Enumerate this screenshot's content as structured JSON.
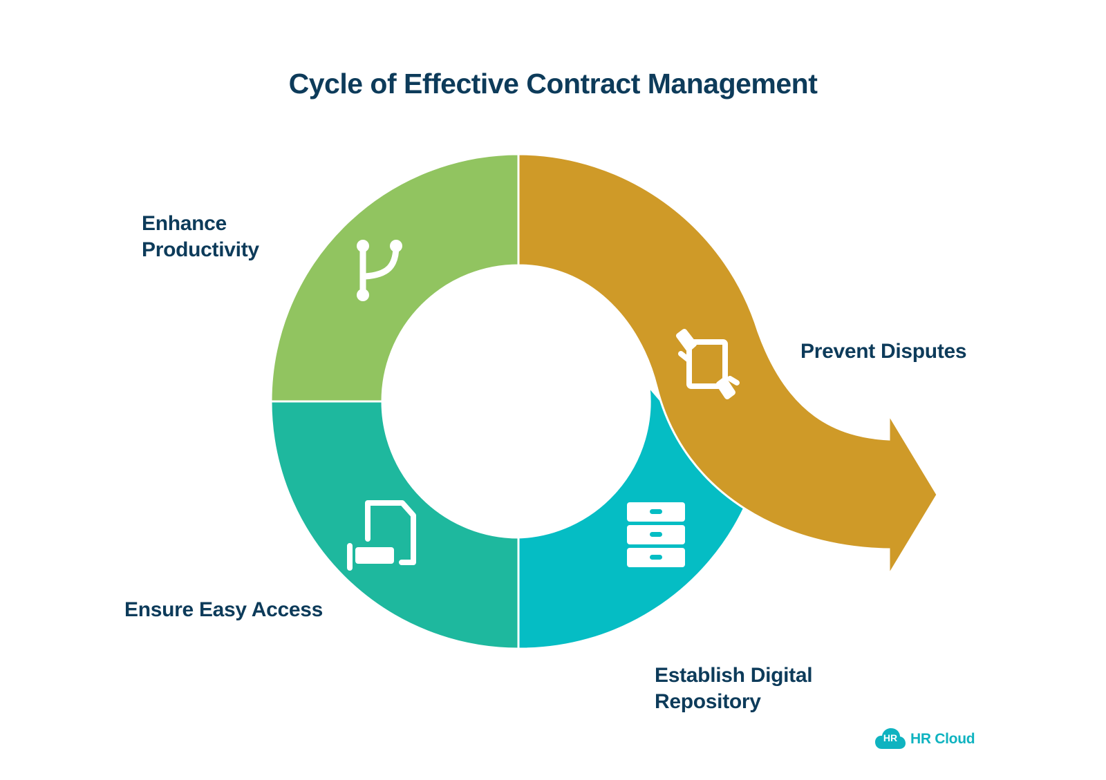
{
  "title": "Cycle of Effective Contract Management",
  "steps": [
    {
      "label_line1": "Enhance",
      "label_line2": "Productivity",
      "icon": "branch-fork-icon",
      "color": "#91c460"
    },
    {
      "label_line1": "Prevent Disputes",
      "label_line2": "",
      "icon": "exchange-hands-icon",
      "color": "#cf9a28"
    },
    {
      "label_line1": "Establish Digital",
      "label_line2": "Repository",
      "icon": "file-cabinet-icon",
      "color": "#05bdc4"
    },
    {
      "label_line1": "Ensure Easy Access",
      "label_line2": "",
      "icon": "document-hand-icon",
      "color": "#1eb89e"
    }
  ],
  "brand": {
    "badge": "HR",
    "name": "HR Cloud",
    "color": "#0fb3c0"
  },
  "colors": {
    "title": "#0d3b5a",
    "green": "#91c460",
    "gold": "#cf9a28",
    "cyan": "#05bdc4",
    "teal": "#1eb89e"
  }
}
